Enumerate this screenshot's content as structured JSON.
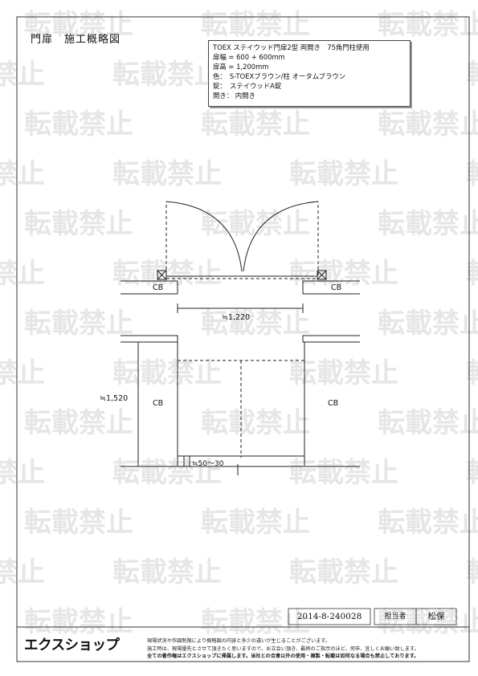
{
  "title": "門扉　施工概略図",
  "spec": {
    "lines": [
      "TOEX ステイウッド門扉2型 両開き　75角門柱使用",
      "扉幅 = 600 + 600mm",
      "扉高 = 1,200mm",
      "色：　S-TOEXブラウン/柱 オータムブラウン",
      "錠：　ステイウッドA錠",
      "開き：  内開き"
    ]
  },
  "drawing": {
    "cb_label": "CB",
    "width_dim": "≒1,220",
    "depth_dim": "≒1,520",
    "gap_dim": "≒50～30"
  },
  "watermark": "転載禁止",
  "footer": {
    "doc_number": "2014-8-240028",
    "person_label": "担当者",
    "person_name": "松保",
    "logo": "エクスショップ",
    "notes": [
      "現場状況や作図制限により概略図の内容と多少の違いが生じることがございます。",
      "施工時は、現場優先とさせて頂きたく思いますので、お立会い頂き、最終のご指示のほど、何卒、宜しくお願い致します。",
      "全ての著作権はエクスショップに帰属します。当社との合意以外の使用・複製・転載は如何なる場合も禁止しております。"
    ]
  }
}
